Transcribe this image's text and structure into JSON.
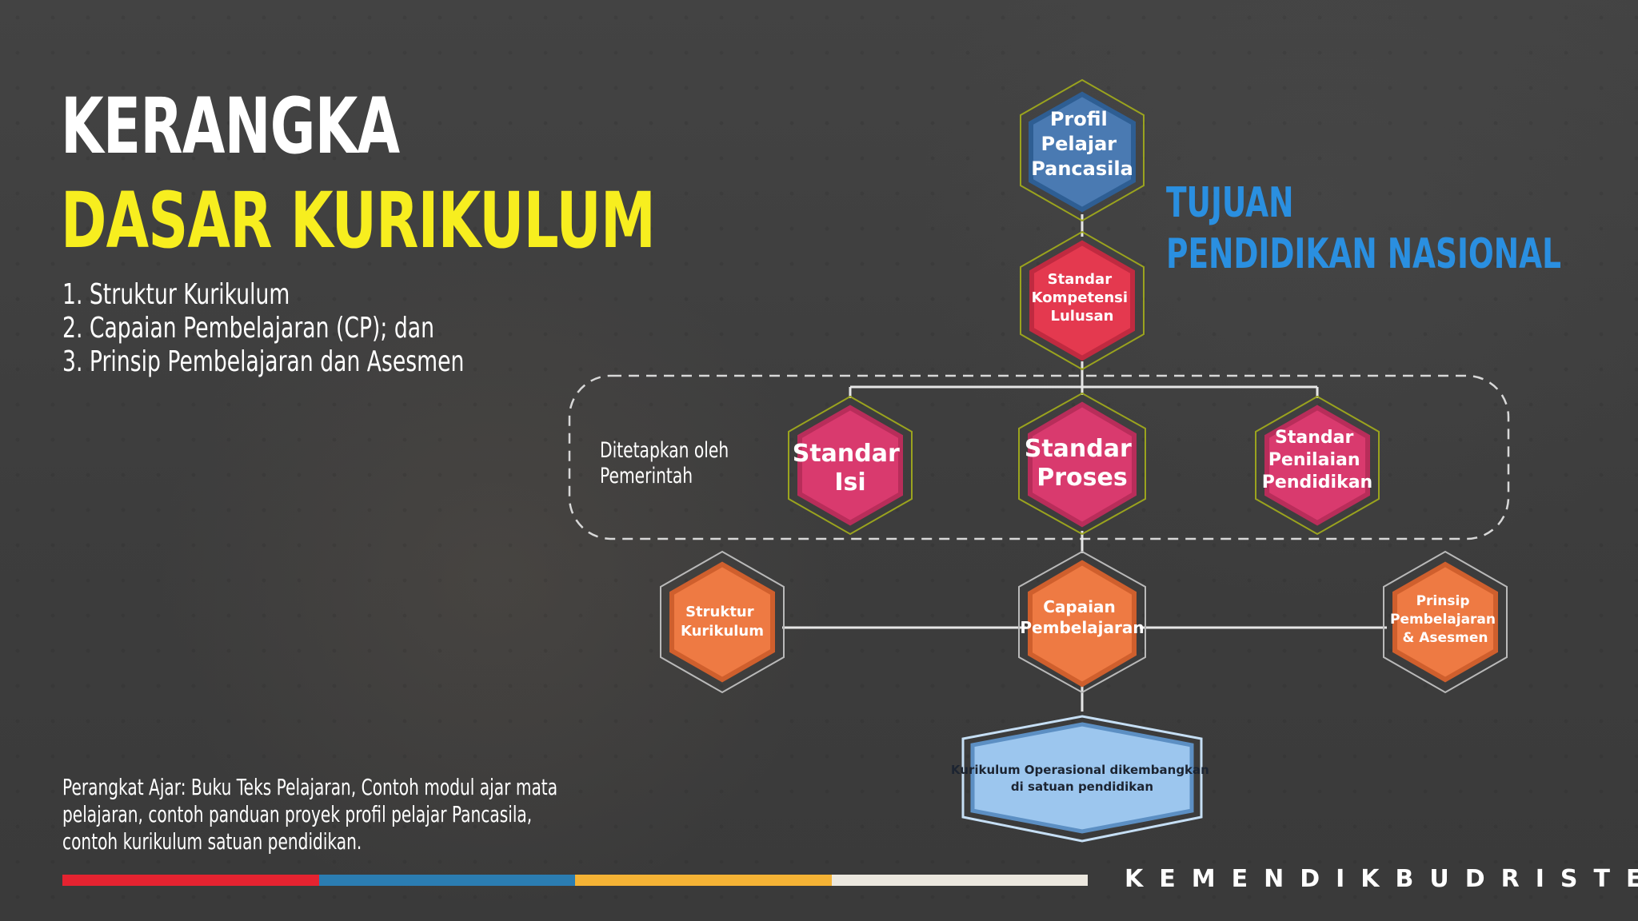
{
  "title": {
    "line1": "KERANGKA",
    "line2": "DASAR KURIKULUM"
  },
  "principles": [
    "1. Struktur Kurikulum",
    "2. Capaian Pembelajaran (CP); dan",
    "3. Prinsip Pembelajaran dan Asesmen"
  ],
  "goal_title": {
    "line1": "TUJUAN",
    "line2": "PENDIDIKAN NASIONAL"
  },
  "government_label": {
    "line1": "Ditetapkan oleh",
    "line2": "Pemerintah"
  },
  "nodes": {
    "profil": [
      "Profil",
      "Pelajar",
      "Pancasila"
    ],
    "skl": [
      "Standar",
      "Kompetensi",
      "Lulusan"
    ],
    "standar_isi": [
      "Standar",
      "Isi"
    ],
    "standar_proses": [
      "Standar",
      "Proses"
    ],
    "standar_penilaian": [
      "Standar",
      "Penilaian",
      "Pendidikan"
    ],
    "struktur": [
      "Struktur",
      "Kurikulum"
    ],
    "capaian": [
      "Capaian",
      "Pembelajaran"
    ],
    "prinsip": [
      "Prinsip",
      "Pembelajaran",
      "& Asesmen"
    ],
    "kurikulum_operasional": [
      "Kurikulum Operasional dikembangkan",
      "di satuan pendidikan"
    ]
  },
  "devices_note": "Perangkat Ajar: Buku Teks Pelajaran, Contoh modul ajar mata pelajaran, contoh panduan proyek profil pelajar Pancasila, contoh kurikulum satuan pendidikan.",
  "brand": {
    "name": "KEMENDIKBUDRISTEK",
    "bar_colors": [
      "#e52330",
      "#2b7db2",
      "#f5b335",
      "#ece8df"
    ]
  },
  "colors": {
    "title_white": "#ffffff",
    "title_yellow": "#f7ee1f",
    "goal_blue": "#2a8fe0",
    "node_blue": "#4a7ab2",
    "node_red": "#e4394f",
    "node_pink": "#d93a6e",
    "node_orange": "#ee7a43",
    "node_light_blue": "#9cc6ee"
  }
}
